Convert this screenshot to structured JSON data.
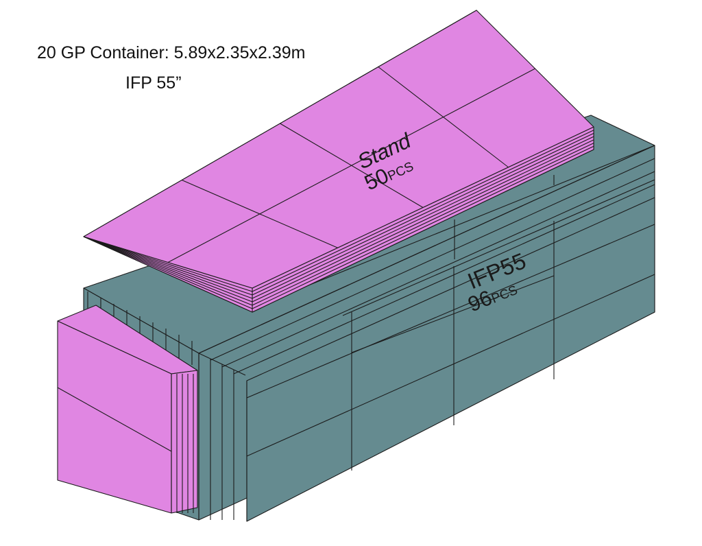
{
  "header": {
    "title": "20 GP Container: 5.89x2.35x2.39m",
    "subtitle": "IFP 55”"
  },
  "cargo": {
    "stand": {
      "name": "Stand",
      "qty": "50",
      "unit": "PCS",
      "face_color": "#e086e2"
    },
    "ifp": {
      "name": "IFP55",
      "qty": "96",
      "unit": "PCS",
      "face_color": "#658b90"
    }
  }
}
